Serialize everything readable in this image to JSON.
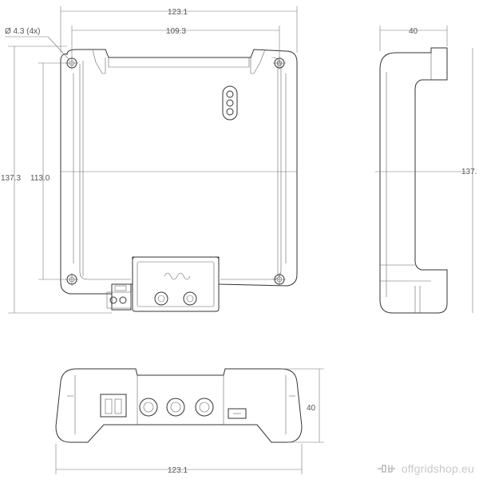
{
  "dimensions": {
    "front_width": "123.1",
    "front_hole_spacing_x": "109.3",
    "hole_diameter": "Ø 4.3 (4x)",
    "front_height": "137.3",
    "front_hole_spacing_y": "113.0",
    "side_depth": "40",
    "side_height": "137.",
    "bottom_height": "40",
    "bottom_width": "123.1"
  },
  "watermark": {
    "text": "offgridshop.eu",
    "icon": "plug-icon"
  },
  "colors": {
    "line": "#333333",
    "dimension": "#777777",
    "watermark": "#c9c9c9"
  }
}
